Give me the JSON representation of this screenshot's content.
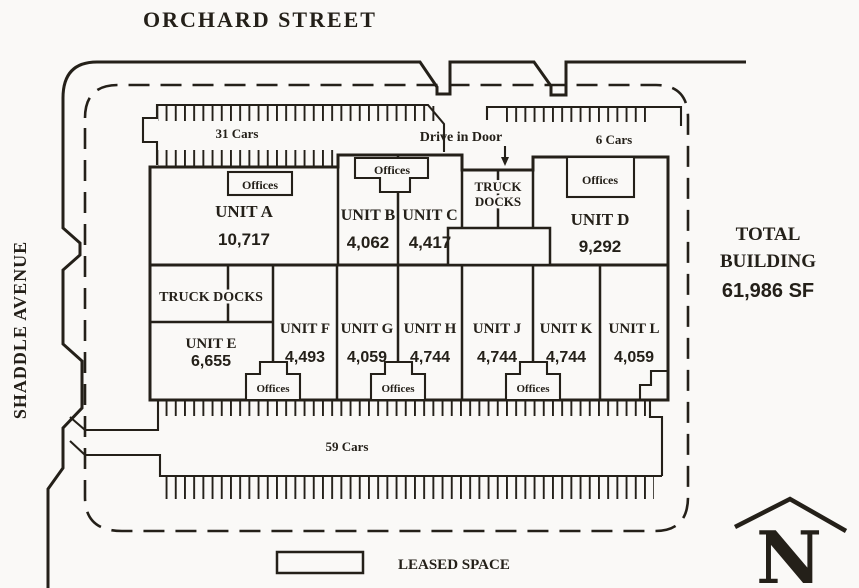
{
  "streets": {
    "top": "ORCHARD STREET",
    "left": "SHADDLE AVENUE"
  },
  "summary": {
    "title_line1": "TOTAL",
    "title_line2": "BUILDING",
    "area": "61,986 SF"
  },
  "parking": {
    "top_left": "31 Cars",
    "top_right": "6 Cars",
    "bottom": "59 Cars"
  },
  "labels": {
    "drive_in_door": "Drive in Door",
    "offices": "Offices",
    "truck_docks_line1": "TRUCK",
    "truck_docks_line2": "DOCKS",
    "truck_docks": "TRUCK DOCKS",
    "leased_space": "LEASED SPACE",
    "north": "N"
  },
  "units": [
    {
      "name": "UNIT A",
      "area": "10,717"
    },
    {
      "name": "UNIT B",
      "area": "4,062"
    },
    {
      "name": "UNIT C",
      "area": "4,417"
    },
    {
      "name": "UNIT D",
      "area": "9,292"
    },
    {
      "name": "UNIT E",
      "area": "6,655"
    },
    {
      "name": "UNIT F",
      "area": "4,493"
    },
    {
      "name": "UNIT G",
      "area": "4,059"
    },
    {
      "name": "UNIT H",
      "area": "4,744"
    },
    {
      "name": "UNIT J",
      "area": "4,744"
    },
    {
      "name": "UNIT K",
      "area": "4,744"
    },
    {
      "name": "UNIT L",
      "area": "4,059"
    }
  ],
  "colors": {
    "ink": "#242019",
    "paper": "#faf9f7"
  }
}
